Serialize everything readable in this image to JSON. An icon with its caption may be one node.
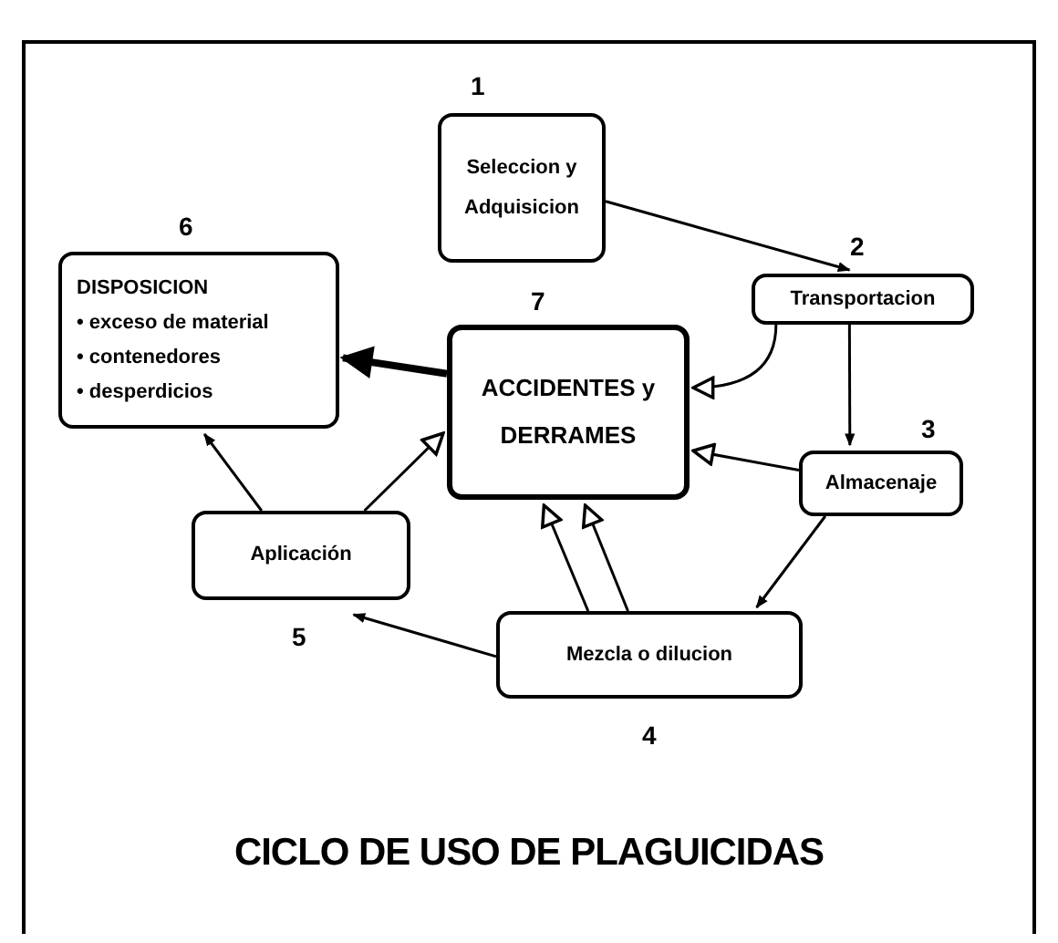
{
  "diagram": {
    "title": "CICLO DE USO DE PLAGUICIDAS",
    "nodes": [
      {
        "text": [
          "Seleccion y Adquisicion"
        ],
        "beside": [
          "1"
        ]
      },
      {
        "text": [
          "Transportacion"
        ],
        "beside": [
          "2"
        ]
      },
      {
        "text": [
          "Almacenaje"
        ],
        "beside": [
          "3"
        ]
      },
      {
        "text": [
          "Mezcla o dilucion"
        ],
        "beside": [
          "4"
        ]
      },
      {
        "text": [
          "Aplicación"
        ],
        "beside": [
          "5"
        ]
      },
      {
        "text": [
          "DISPOSICION",
          "• exceso de material",
          "• contenedores",
          "• desperdicios"
        ],
        "beside": [
          "6"
        ]
      },
      {
        "text": [
          "ACCIDENTES y DERRAMES"
        ],
        "beside": [
          "7"
        ]
      }
    ],
    "edges": [
      {
        "from": 0,
        "to": 1,
        "arrow": "to"
      },
      {
        "from": 1,
        "to": 2,
        "arrow": "to"
      },
      {
        "from": 2,
        "to": 3,
        "arrow": "to"
      },
      {
        "from": 3,
        "to": 4,
        "arrow": "to"
      },
      {
        "from": 4,
        "to": 5,
        "arrow": "to"
      },
      {
        "from": 1,
        "to": 6,
        "arrow": "to"
      },
      {
        "from": 2,
        "to": 6,
        "arrow": "to"
      },
      {
        "from": 4,
        "to": 6,
        "arrow": "to"
      },
      {
        "from": 3,
        "to": 6,
        "arrow": "to"
      },
      {
        "from": 3,
        "to": 6,
        "arrow": "to"
      },
      {
        "from": 6,
        "to": 5,
        "arrow": "to",
        "style": "thick"
      }
    ]
  }
}
